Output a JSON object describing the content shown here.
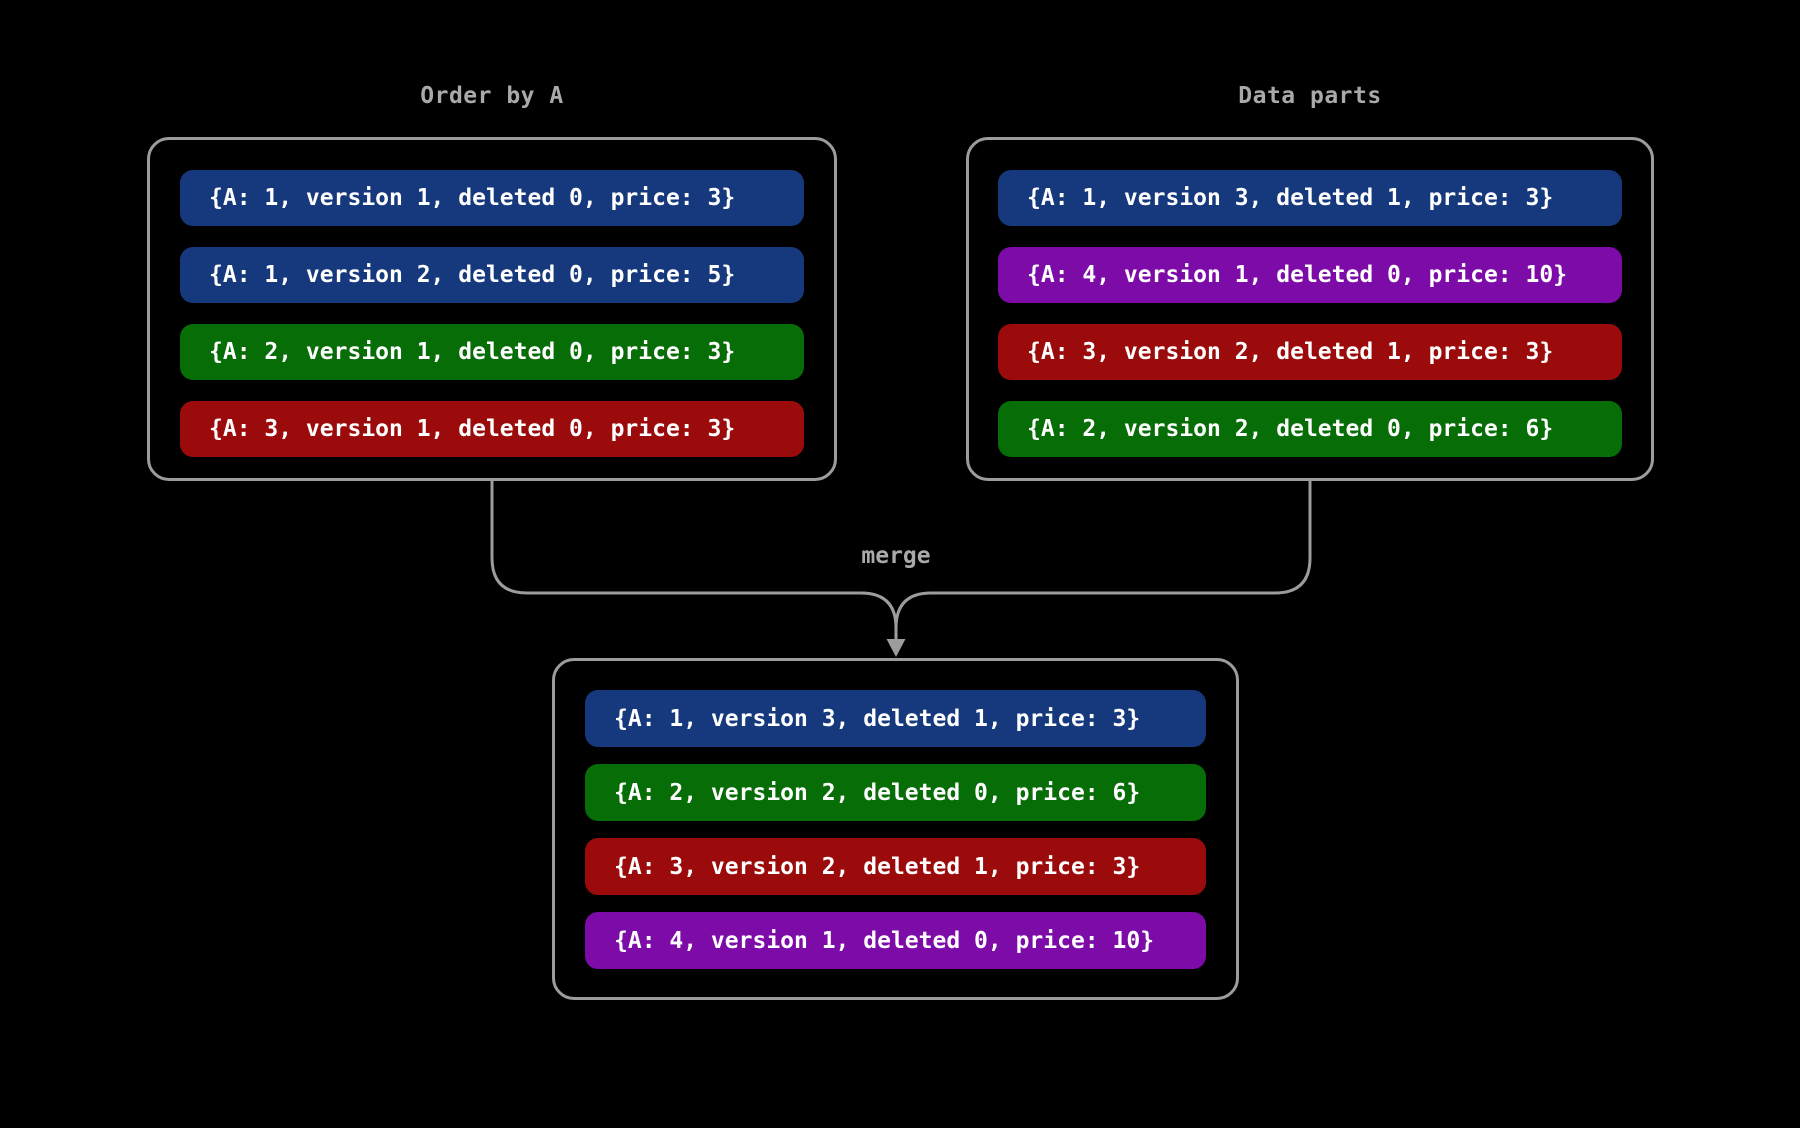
{
  "colors": {
    "background": "#000000",
    "border": "#9c9c9c",
    "connector": "#9c9c9c",
    "title_text": "#a9a9a9",
    "row_text": "#ffffff",
    "blue": "#16387c",
    "green": "#076d07",
    "red": "#9c0b0b",
    "purple": "#7c0ba8"
  },
  "left_box": {
    "title": "Order by A",
    "rows": [
      {
        "text": "{A: 1, version 1, deleted 0, price: 3}",
        "color": "blue"
      },
      {
        "text": "{A: 1, version 2, deleted 0, price: 5}",
        "color": "blue"
      },
      {
        "text": "{A: 2, version 1, deleted 0, price: 3}",
        "color": "green"
      },
      {
        "text": "{A: 3, version 1, deleted 0, price: 3}",
        "color": "red"
      }
    ]
  },
  "right_box": {
    "title": "Data parts",
    "rows": [
      {
        "text": "{A: 1, version 3, deleted 1, price: 3}",
        "color": "blue"
      },
      {
        "text": "{A: 4, version 1, deleted 0, price: 10}",
        "color": "purple"
      },
      {
        "text": "{A: 3, version 2, deleted 1, price: 3}",
        "color": "red"
      },
      {
        "text": "{A: 2, version 2, deleted 0, price: 6}",
        "color": "green"
      }
    ]
  },
  "merge": {
    "label": "merge"
  },
  "merged_box": {
    "rows": [
      {
        "text": "{A: 1, version 3, deleted 1, price: 3}",
        "color": "blue"
      },
      {
        "text": "{A: 2, version 2, deleted 0, price: 6}",
        "color": "green"
      },
      {
        "text": "{A: 3, version 2, deleted 1, price: 3}",
        "color": "red"
      },
      {
        "text": "{A: 4, version 1, deleted 0, price: 10}",
        "color": "purple"
      }
    ]
  }
}
